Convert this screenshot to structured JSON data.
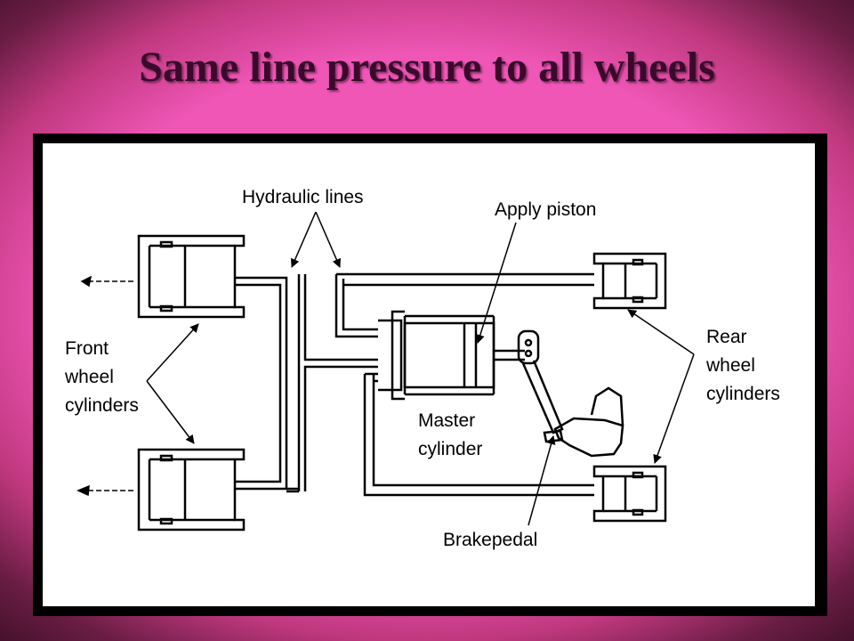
{
  "title": "Same line pressure to all wheels",
  "labels": {
    "hydraulic_lines": "Hydraulic lines",
    "apply_piston": "Apply piston",
    "front_wheel_cylinders": [
      "Front",
      "wheel",
      "cylinders"
    ],
    "rear_wheel_cylinders": [
      "Rear",
      "wheel",
      "cylinders"
    ],
    "master_cylinder": [
      "Master",
      "cylinder"
    ],
    "brakepedal": "Brakepedal"
  },
  "colors": {
    "title": "#3a0a2c",
    "background": "#ef56b6",
    "frame": "#000000",
    "diagram": "#ffffff"
  }
}
